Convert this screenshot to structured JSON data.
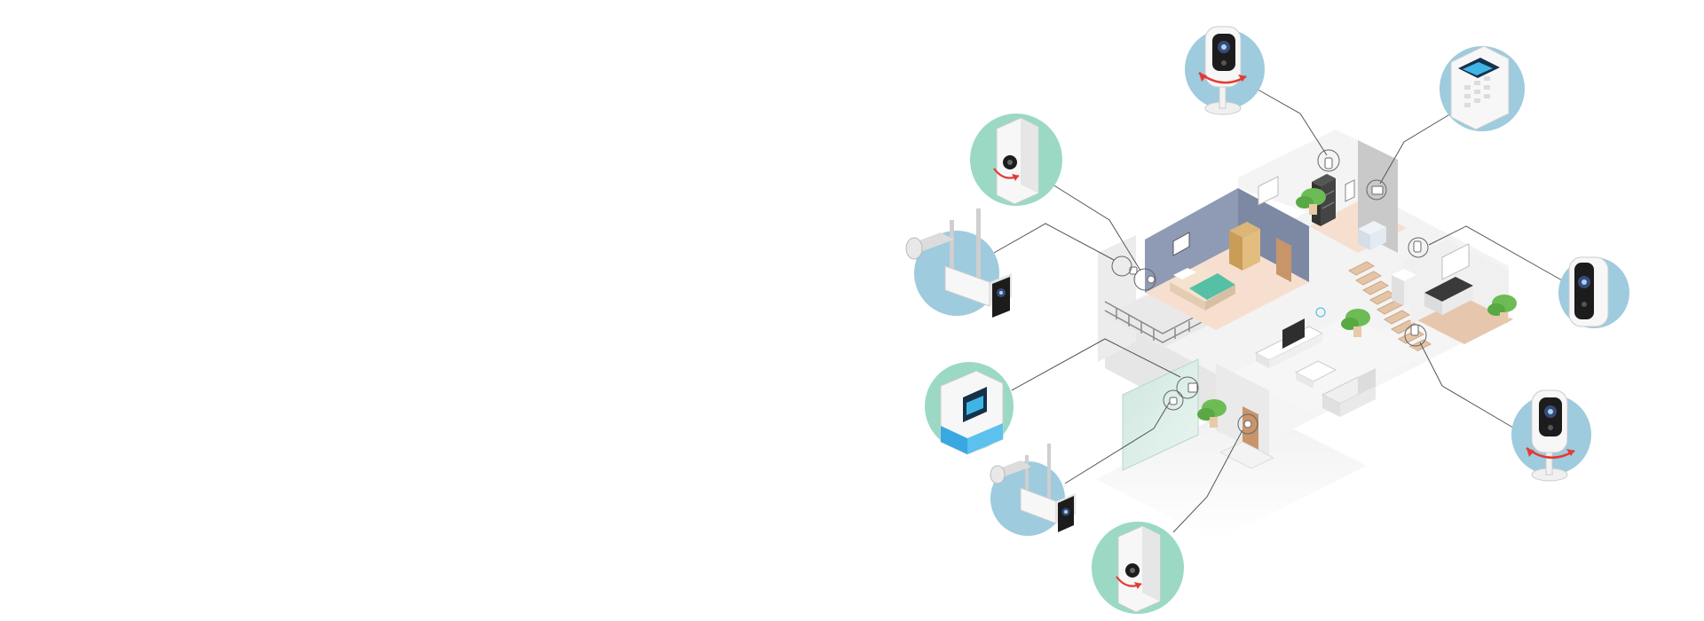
{
  "colors": {
    "background": "#ffffff",
    "bubble_teal": "#9bd9c4",
    "bubble_blue": "#9ecbdd",
    "wall_light": "#f2f2f2",
    "wall_shadow": "#e1e1e1",
    "bedroom_wall": "#8f9bb4",
    "bedroom_wall_dark": "#6f7b93",
    "floor_peach": "#f7dfd0",
    "kitchen_floor": "#e6c7ad",
    "stairs": "#e4c4a6",
    "glass": "#c9e2da",
    "plant": "#6dbb55",
    "device_white": "#f7f7f7",
    "device_screen": "#15324a",
    "screen_accent": "#3fb5e6",
    "hub_base": "#38a8e0",
    "rotation_arrow": "#e53935",
    "door_wood": "#c8956b"
  },
  "devices": [
    {
      "id": "indoor-pan-tilt-camera",
      "icon": "pan-tilt-camera-icon",
      "bubble": "bubble_blue"
    },
    {
      "id": "alarm-keypad",
      "icon": "keypad-icon",
      "bubble": "bubble_blue"
    },
    {
      "id": "motion-sensor-upper",
      "icon": "pir-sensor-icon",
      "bubble": "bubble_teal"
    },
    {
      "id": "outdoor-bullet-camera-upper",
      "icon": "bullet-camera-icon",
      "bubble": "bubble_blue"
    },
    {
      "id": "indoor-cube-camera",
      "icon": "cube-camera-icon",
      "bubble": "bubble_blue"
    },
    {
      "id": "security-hub",
      "icon": "hub-icon",
      "bubble": "bubble_teal"
    },
    {
      "id": "outdoor-bullet-camera-lower",
      "icon": "bullet-camera-icon",
      "bubble": "bubble_blue"
    },
    {
      "id": "indoor-pan-tilt-camera-lower",
      "icon": "pan-tilt-camera-icon",
      "bubble": "bubble_blue"
    },
    {
      "id": "motion-sensor-lower",
      "icon": "pir-sensor-icon",
      "bubble": "bubble_teal"
    }
  ]
}
